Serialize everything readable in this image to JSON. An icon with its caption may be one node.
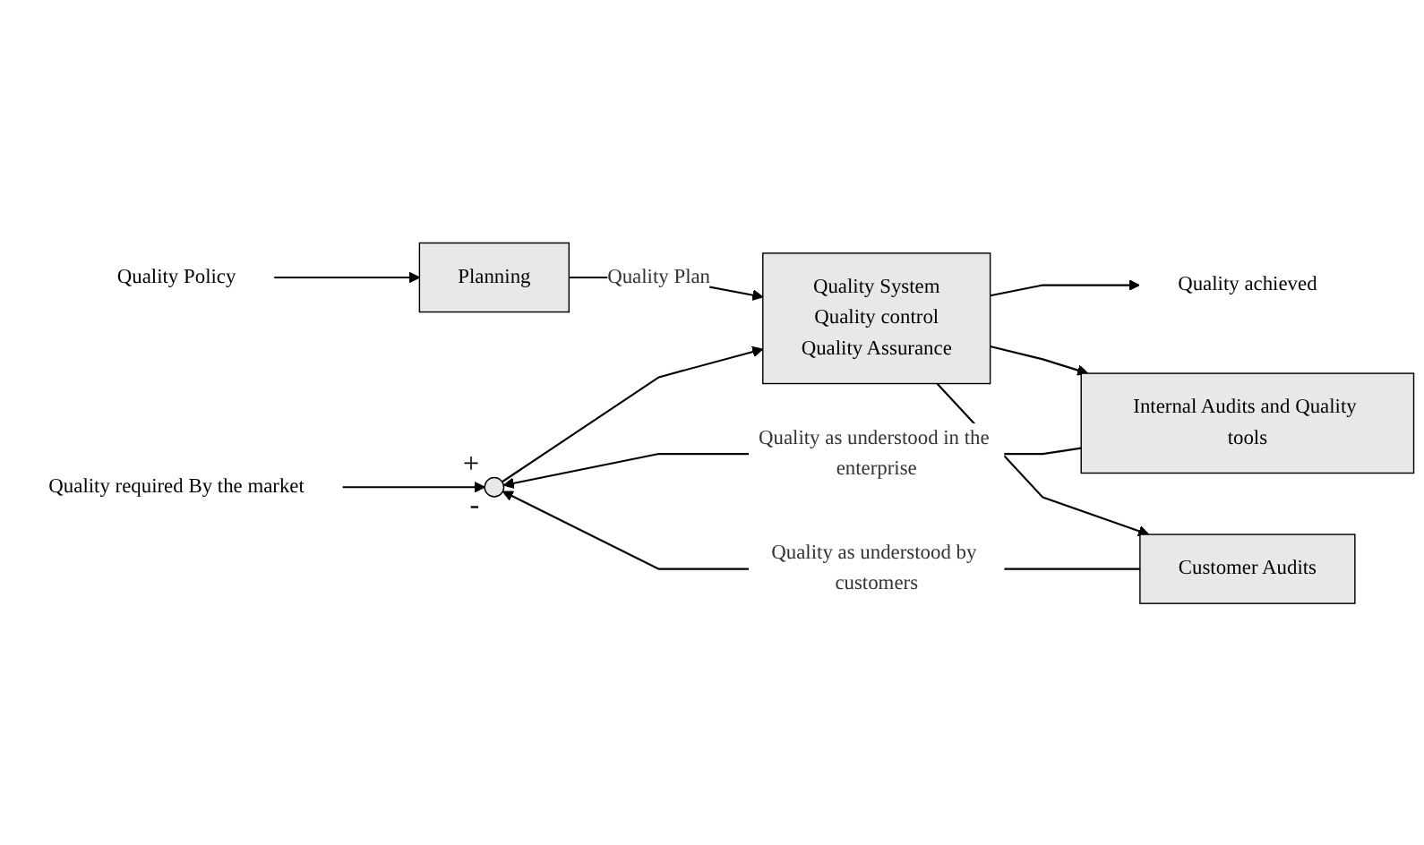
{
  "diagram": {
    "nodes": [
      {
        "text": [
          "Quality Policy"
        ]
      },
      {
        "text": [
          "Planning"
        ]
      },
      {
        "text": [
          "Quality required By the market"
        ]
      },
      {
        "text": [],
        "shape": "circle"
      },
      {
        "text": [
          "Quality System",
          "Quality control",
          "Quality Assurance"
        ]
      },
      {
        "text": [
          "Quality achieved"
        ]
      },
      {
        "text": [
          "Internal Audits and Quality tools"
        ]
      },
      {
        "text": [
          "Customer Audits"
        ]
      }
    ],
    "edges": [
      {
        "from": 0,
        "to": 1,
        "arrow": "to"
      },
      {
        "from": 1,
        "to": 4,
        "arrow": "to",
        "label": "Quality Plan"
      },
      {
        "from": 2,
        "to": 3,
        "arrow": "to"
      },
      {
        "from": 3,
        "to": 4,
        "arrow": "to"
      },
      {
        "from": 4,
        "to": 5,
        "arrow": "to"
      },
      {
        "from": 4,
        "to": 6,
        "arrow": "to"
      },
      {
        "from": 4,
        "to": 7,
        "arrow": "to"
      },
      {
        "from": 6,
        "to": 3,
        "arrow": "to",
        "label": "Quality as understood in the enterprise"
      },
      {
        "from": 7,
        "to": 3,
        "arrow": "to",
        "label": "Quality as understood by customers"
      }
    ],
    "labels": [
      "+",
      "-"
    ]
  }
}
